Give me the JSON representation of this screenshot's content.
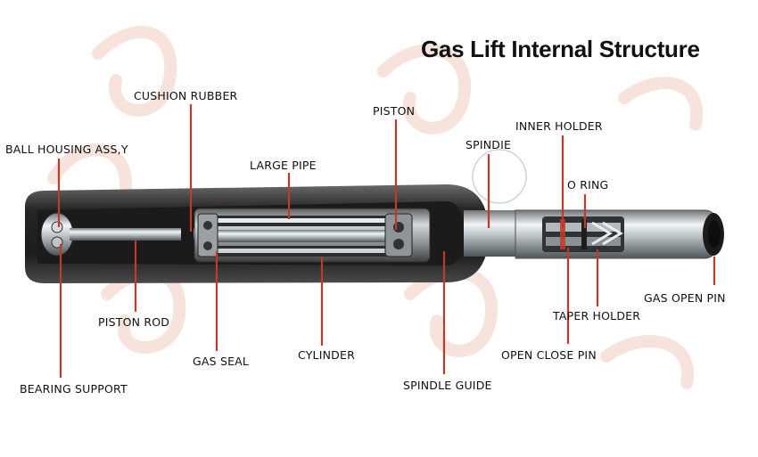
{
  "title": "Gas Lift Internal Structure",
  "labels": {
    "cushion_rubber": "CUSHION RUBBER",
    "ball_housing": "BALL HOUSING ASS,Y",
    "large_pipe": "LARGE PIPE",
    "piston": "PISTON",
    "inner_holder": "INNER HOLDER",
    "spindle": "SPINDIE",
    "o_ring": "O RING",
    "piston_rod": "PISTON ROD",
    "gas_seal": "GAS SEAL",
    "cylinder": "CYLINDER",
    "bearing_support": "BEARING SUPPORT",
    "spindle_guide": "SPINDLE GUIDE",
    "taper_holder": "TAPER HOLDER",
    "open_close_pin": "OPEN CLOSE PIN",
    "gas_open_pin": "GAS OPEN PIN"
  },
  "colors": {
    "leader_line": "#c0392b",
    "watermark": "#f6e3dc",
    "outer_tube": "#2b2b2b",
    "steel": "#b9c0c4"
  }
}
